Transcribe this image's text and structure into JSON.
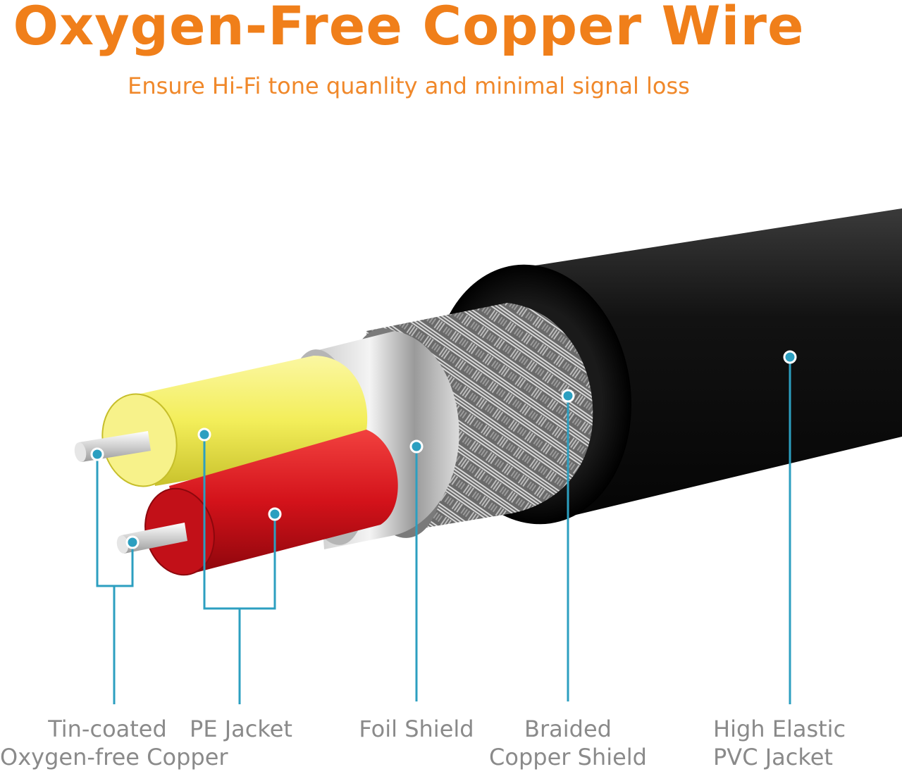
{
  "title": "Oxygen-Free Copper Wire",
  "subtitle": "Ensure Hi-Fi tone quanlity and minimal signal loss",
  "colors": {
    "title": "#f07f1a",
    "subtitle": "#f0882a",
    "callout": "#2c9fc0",
    "label": "#8a8a8a",
    "jacket": "#111111",
    "yellow_wire": "#f3ee5a",
    "red_wire": "#d3121a"
  },
  "labels": [
    {
      "line1": "Tin-coated",
      "line2": "Oxygen-free Copper"
    },
    {
      "line1": "PE Jacket",
      "line2": ""
    },
    {
      "line1": "Foil Shield",
      "line2": ""
    },
    {
      "line1": "Braided",
      "line2": "Copper Shield"
    },
    {
      "line1": "High Elastic",
      "line2": "PVC Jacket"
    }
  ]
}
